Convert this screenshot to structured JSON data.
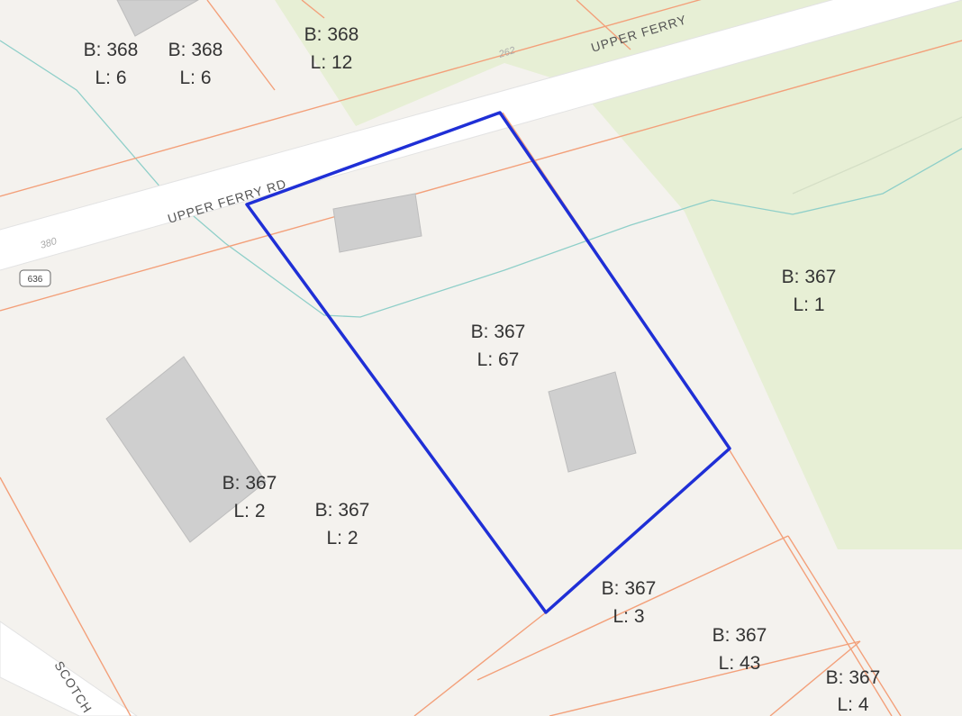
{
  "map": {
    "colors": {
      "land": "#f4f2ee",
      "park": "#e7efd5",
      "road": "#ffffff",
      "parcel_line": "#f3a07a",
      "stream": "#8fcfc9",
      "building": "#d4d4d4",
      "highlight": "#1f2fd6"
    },
    "roads": [
      {
        "id": "upper-ferry-rd-1",
        "label": "UPPER FERRY RD"
      },
      {
        "id": "upper-ferry-rd-2",
        "label": "UPPER FERRY"
      },
      {
        "id": "scotch-rd",
        "label": "SCOTCH"
      }
    ],
    "route_shield": {
      "label": "636"
    },
    "address_numbers": [
      "380",
      "262"
    ],
    "parcels": [
      {
        "id": "b368-l6-a",
        "block": "B: 368",
        "lot": "L: 6"
      },
      {
        "id": "b368-l6-b",
        "block": "B: 368",
        "lot": "L: 6"
      },
      {
        "id": "b368-l12",
        "block": "B: 368",
        "lot": "L: 12"
      },
      {
        "id": "b367-l1",
        "block": "B: 367",
        "lot": "L: 1"
      },
      {
        "id": "b367-l67",
        "block": "B: 367",
        "lot": "L: 67",
        "selected": true
      },
      {
        "id": "b367-l2-a",
        "block": "B: 367",
        "lot": "L: 2"
      },
      {
        "id": "b367-l2-b",
        "block": "B: 367",
        "lot": "L: 2"
      },
      {
        "id": "b367-l3",
        "block": "B: 367",
        "lot": "L: 3"
      },
      {
        "id": "b367-l43",
        "block": "B: 367",
        "lot": "L: 43"
      },
      {
        "id": "b367-l4",
        "block": "B: 367",
        "lot": "L: 4"
      }
    ]
  }
}
